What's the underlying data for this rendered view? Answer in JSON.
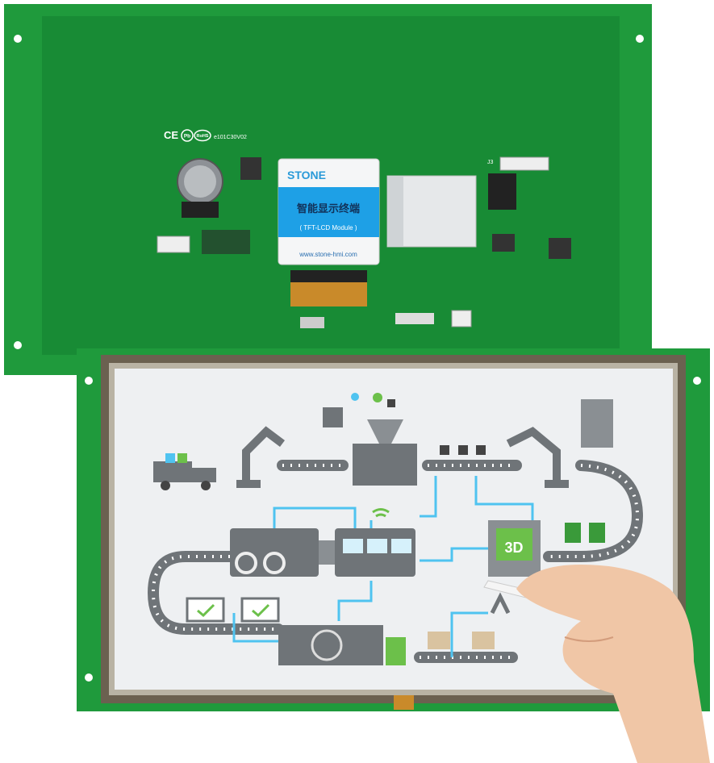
{
  "product": {
    "module_label": {
      "brand": "STONE",
      "chinese_title": "智能显示终端",
      "subtitle": "( TFT-LCD Module )",
      "website": "www.stone-hmi.com"
    },
    "board_marking": "e101C30V02",
    "cert_marks": [
      "CE",
      "Pb",
      "RoHS"
    ],
    "connector_label": "J3",
    "screen_badge": "3D"
  },
  "colors": {
    "pcb_green": "#1f9a3c",
    "pcb_inner": "#178a33",
    "label_blue": "#1ea0e6",
    "brand_blue": "#2a9ad8",
    "screen_bg": "#eef0f2",
    "illustration_gray": "#6f7478",
    "illustration_blue": "#4fc3f0",
    "illustration_green": "#6cc04a"
  }
}
